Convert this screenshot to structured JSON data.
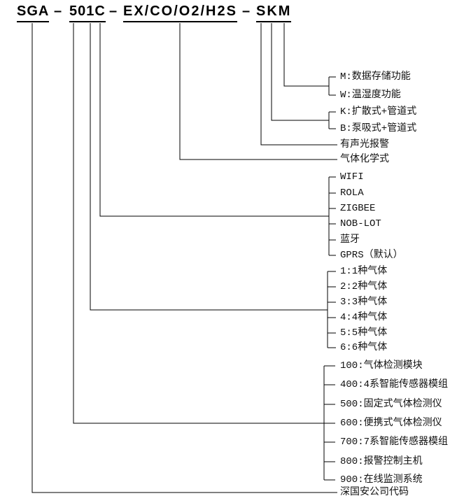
{
  "title": {
    "segments": [
      "SGA",
      "501C",
      "EX/CO/O2/H2S",
      "SKM"
    ],
    "separator": "–"
  },
  "branches": {
    "storage": [
      "M:数据存储功能",
      "W:温湿度功能"
    ],
    "sampling": [
      "K:扩散式+管道式",
      "B:泵吸式+管道式"
    ],
    "alarm": "有声光报警",
    "gas_formula": "气体化学式",
    "communication": [
      "WIFI",
      "ROLA",
      "ZIGBEE",
      "NOB-LOT",
      "蓝牙",
      "GPRS（默认）"
    ],
    "gas_count": [
      "1:1种气体",
      "2:2种气体",
      "3:3种气体",
      "4:4种气体",
      "5:5种气体",
      "6:6种气体"
    ],
    "series": [
      "100:气体检测模块",
      "400:4系智能传感器模组",
      "500:固定式气体检测仪",
      "600:便携式气体检测仪",
      "700:7系智能传感器模组",
      "800:报警控制主机",
      "900:在线监测系统"
    ],
    "company": "深国安公司代码"
  },
  "colors": {
    "line": "#000000",
    "text": "#111111",
    "background": "#ffffff"
  }
}
